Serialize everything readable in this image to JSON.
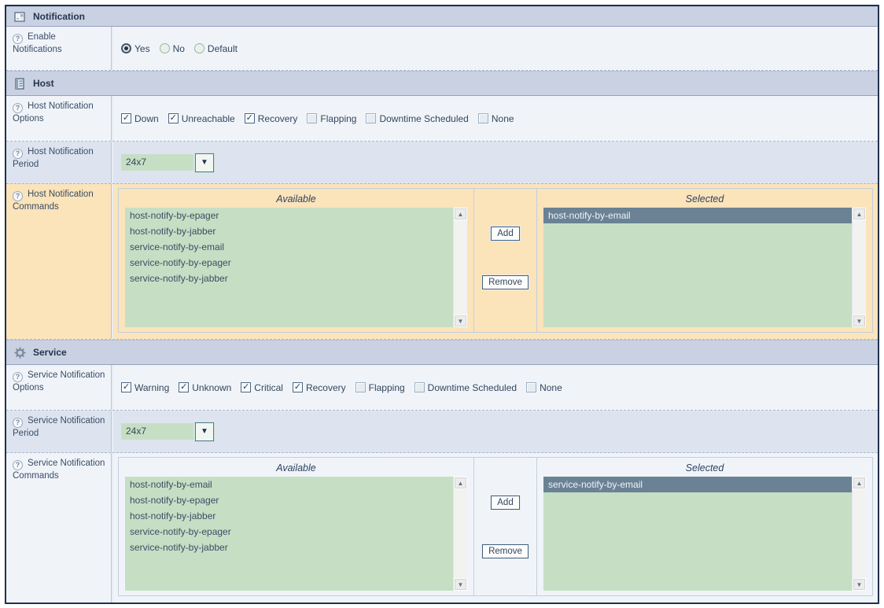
{
  "icons": {
    "help_glyph": "?",
    "check_glyph": "✓",
    "dropdown_arrow": "▼",
    "scroll_up": "▲",
    "scroll_down": "▼"
  },
  "colors": {
    "section_header_bg": "#c9d1e3",
    "row_light_bg": "#f0f4f9",
    "row_mid_bg": "#dde4ef",
    "row_highlight_bg": "#fbe3ba",
    "listbox_bg": "#c6dfc4",
    "selected_item_bg": "#6a8294",
    "frame_border": "#22304a"
  },
  "notification": {
    "header_title": "Notification",
    "enable": {
      "label": "Enable Notifications",
      "options": [
        {
          "label": "Yes",
          "selected": true
        },
        {
          "label": "No",
          "selected": false
        },
        {
          "label": "Default",
          "selected": false
        }
      ]
    }
  },
  "host": {
    "header_title": "Host",
    "options": {
      "label": "Host Notification Options",
      "items": [
        {
          "label": "Down",
          "checked": true
        },
        {
          "label": "Unreachable",
          "checked": true
        },
        {
          "label": "Recovery",
          "checked": true
        },
        {
          "label": "Flapping",
          "checked": false
        },
        {
          "label": "Downtime Scheduled",
          "checked": false
        },
        {
          "label": "None",
          "checked": false
        }
      ]
    },
    "period": {
      "label": "Host Notification Period",
      "value": "24x7"
    },
    "commands": {
      "label": "Host Notification Commands",
      "available_title": "Available",
      "selected_title": "Selected",
      "add_label": "Add",
      "remove_label": "Remove",
      "available": [
        "host-notify-by-epager",
        "host-notify-by-jabber",
        "service-notify-by-email",
        "service-notify-by-epager",
        "service-notify-by-jabber"
      ],
      "selected": [
        "host-notify-by-email"
      ]
    }
  },
  "service": {
    "header_title": "Service",
    "options": {
      "label": "Service Notification Options",
      "items": [
        {
          "label": "Warning",
          "checked": true
        },
        {
          "label": "Unknown",
          "checked": true
        },
        {
          "label": "Critical",
          "checked": true
        },
        {
          "label": "Recovery",
          "checked": true
        },
        {
          "label": "Flapping",
          "checked": false
        },
        {
          "label": "Downtime Scheduled",
          "checked": false
        },
        {
          "label": "None",
          "checked": false
        }
      ]
    },
    "period": {
      "label": "Service Notification Period",
      "value": "24x7"
    },
    "commands": {
      "label": "Service Notification Commands",
      "available_title": "Available",
      "selected_title": "Selected",
      "add_label": "Add",
      "remove_label": "Remove",
      "available": [
        "host-notify-by-email",
        "host-notify-by-epager",
        "host-notify-by-jabber",
        "service-notify-by-epager",
        "service-notify-by-jabber"
      ],
      "selected": [
        "service-notify-by-email"
      ]
    }
  }
}
